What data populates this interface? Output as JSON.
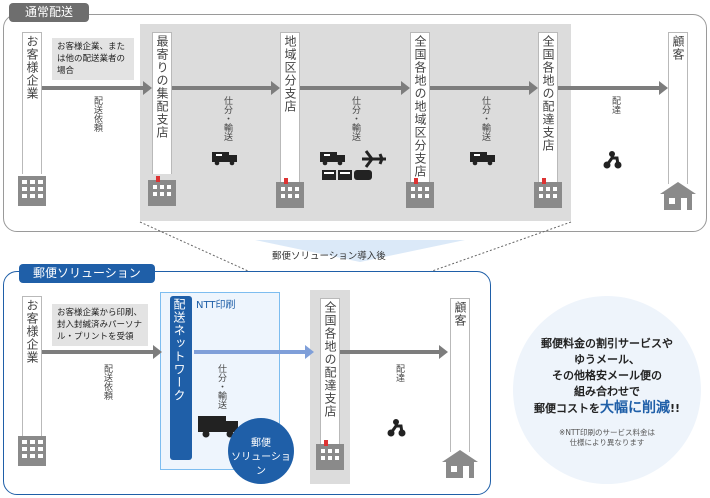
{
  "top": {
    "tag": "通常配送",
    "columns": {
      "customer_company": "お客様企業",
      "nearest_branch": "最寄りの集配支店",
      "regional_branch": "地域区分支店",
      "nationwide_regional": "全国各地の地域区分支店",
      "nationwide_delivery": "全国各地の配達支店",
      "client": "顧客"
    },
    "note": "お客様企業、または他の配送業者の場合",
    "labels": {
      "request": "配送依頼",
      "sort_transport_1": "仕分・輸送",
      "sort_transport_2": "仕分・輸送",
      "sort_transport_3": "仕分・輸送",
      "delivery": "配達"
    }
  },
  "intro": "郵便ソリューション導入後",
  "bottom": {
    "tag": "郵便ソリューション",
    "columns": {
      "customer_company": "お客様企業",
      "ntt_network": "配送ネットワーク",
      "nationwide_delivery": "全国各地の配達支店",
      "client": "顧客"
    },
    "ntt_label": "NTT印刷",
    "note": "お客様企業から印刷、封入封緘済みパーソナル・プリントを受領",
    "labels": {
      "request": "配送依頼",
      "sort_transport": "仕分・輸送",
      "delivery": "配達"
    },
    "solution_badge": [
      "郵便",
      "ソリューション"
    ]
  },
  "promo": {
    "line1": "郵便料金の割引サービスや",
    "line2": "ゆうメール、",
    "line3": "その他格安メール便の",
    "line4": "組み合わせで",
    "line5_a": "郵便コストを",
    "line5_b": "大幅に削減",
    "line5_c": "!!",
    "note1": "※NTT印刷のサービス料金は",
    "note2": "仕様により異なります"
  },
  "icons": [
    "building-icon",
    "truck-icon",
    "airplane-icon",
    "train-icon",
    "scooter-icon",
    "house-icon"
  ],
  "colors": {
    "accent": "#1f5fa8",
    "gray": "#7d7d7d",
    "light_blue": "#7f9fd9"
  }
}
